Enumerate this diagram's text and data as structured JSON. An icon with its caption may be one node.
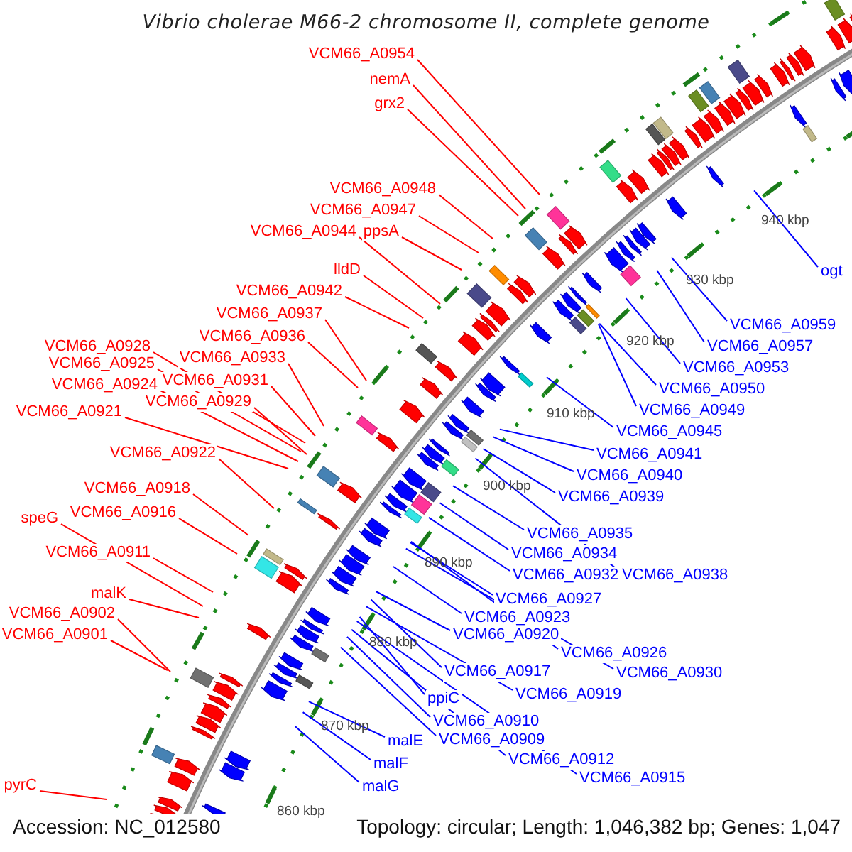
{
  "diagram": {
    "title": "Vibrio cholerae M66-2 chromosome II, complete genome",
    "nodes": [
      {
        "text": [
          "VCM66_A0954"
        ]
      },
      {
        "text": [
          "nemA"
        ]
      },
      {
        "text": [
          "grx2"
        ]
      },
      {
        "text": [
          "VCM66_A0948"
        ]
      },
      {
        "text": [
          "VCM66_A0947"
        ]
      },
      {
        "text": [
          "VCM66_A0944"
        ]
      },
      {
        "text": [
          "ppsA"
        ]
      },
      {
        "text": [
          "lldD"
        ]
      },
      {
        "text": [
          "VCM66_A0942"
        ]
      },
      {
        "text": [
          "VCM66_A0937"
        ]
      },
      {
        "text": [
          "VCM66_A0936"
        ]
      },
      {
        "text": [
          "VCM66_A0933"
        ]
      },
      {
        "text": [
          "VCM66_A0928"
        ]
      },
      {
        "text": [
          "VCM66_A0925"
        ]
      },
      {
        "text": [
          "VCM66_A0931"
        ]
      },
      {
        "text": [
          "VCM66_A0924"
        ]
      },
      {
        "text": [
          "VCM66_A0929"
        ]
      },
      {
        "text": [
          "VCM66_A0921"
        ]
      },
      {
        "text": [
          "VCM66_A0922"
        ]
      },
      {
        "text": [
          "VCM66_A0918"
        ]
      },
      {
        "text": [
          "VCM66_A0916"
        ]
      },
      {
        "text": [
          "speG"
        ]
      },
      {
        "text": [
          "VCM66_A0911"
        ]
      },
      {
        "text": [
          "malK"
        ]
      },
      {
        "text": [
          "VCM66_A0902"
        ]
      },
      {
        "text": [
          "VCM66_A0901"
        ]
      },
      {
        "text": [
          "pyrC"
        ]
      },
      {
        "text": [
          "ogt"
        ]
      },
      {
        "text": [
          "VCM66_A0959"
        ]
      },
      {
        "text": [
          "VCM66_A0957"
        ]
      },
      {
        "text": [
          "VCM66_A0953"
        ]
      },
      {
        "text": [
          "VCM66_A0950"
        ]
      },
      {
        "text": [
          "VCM66_A0949"
        ]
      },
      {
        "text": [
          "VCM66_A0945"
        ]
      },
      {
        "text": [
          "VCM66_A0941"
        ]
      },
      {
        "text": [
          "VCM66_A0940"
        ]
      },
      {
        "text": [
          "VCM66_A0939"
        ]
      },
      {
        "text": [
          "VCM66_A0935"
        ]
      },
      {
        "text": [
          "VCM66_A0934"
        ]
      },
      {
        "text": [
          "VCM66_A0932"
        ]
      },
      {
        "text": [
          "VCM66_A0938"
        ]
      },
      {
        "text": [
          "VCM66_A0927"
        ]
      },
      {
        "text": [
          "VCM66_A0923"
        ]
      },
      {
        "text": [
          "VCM66_A0920"
        ]
      },
      {
        "text": [
          "VCM66_A0926"
        ]
      },
      {
        "text": [
          "VCM66_A0930"
        ]
      },
      {
        "text": [
          "VCM66_A0917"
        ]
      },
      {
        "text": [
          "VCM66_A0919"
        ]
      },
      {
        "text": [
          "ppiC"
        ]
      },
      {
        "text": [
          "VCM66_A0910"
        ]
      },
      {
        "text": [
          "VCM66_A0909"
        ]
      },
      {
        "text": [
          "VCM66_A0912"
        ]
      },
      {
        "text": [
          "VCM66_A0915"
        ]
      },
      {
        "text": [
          "malE"
        ]
      },
      {
        "text": [
          "malF"
        ]
      },
      {
        "text": [
          "malG"
        ]
      }
    ],
    "edges": [
      {
        "from": 0,
        "to": null,
        "arrow": "none",
        "color": "#ff0000"
      },
      {
        "from": 1,
        "to": null,
        "arrow": "none",
        "color": "#ff0000"
      },
      {
        "from": 2,
        "to": null,
        "arrow": "none",
        "color": "#ff0000"
      },
      {
        "from": 3,
        "to": null,
        "arrow": "none",
        "color": "#ff0000"
      },
      {
        "from": 4,
        "to": null,
        "arrow": "none",
        "color": "#ff0000"
      },
      {
        "from": 5,
        "to": null,
        "arrow": "none",
        "color": "#ff0000"
      },
      {
        "from": 6,
        "to": null,
        "arrow": "none",
        "color": "#ff0000"
      },
      {
        "from": 7,
        "to": null,
        "arrow": "none",
        "color": "#ff0000"
      },
      {
        "from": 8,
        "to": null,
        "arrow": "none",
        "color": "#ff0000"
      },
      {
        "from": 9,
        "to": null,
        "arrow": "none",
        "color": "#ff0000"
      },
      {
        "from": 10,
        "to": null,
        "arrow": "none",
        "color": "#ff0000"
      },
      {
        "from": 11,
        "to": null,
        "arrow": "none",
        "color": "#ff0000"
      },
      {
        "from": 12,
        "to": null,
        "arrow": "none",
        "color": "#ff0000"
      },
      {
        "from": 13,
        "to": null,
        "arrow": "none",
        "color": "#ff0000"
      },
      {
        "from": 14,
        "to": null,
        "arrow": "none",
        "color": "#ff0000"
      },
      {
        "from": 15,
        "to": null,
        "arrow": "none",
        "color": "#ff0000"
      },
      {
        "from": 16,
        "to": null,
        "arrow": "none",
        "color": "#ff0000"
      },
      {
        "from": 17,
        "to": null,
        "arrow": "none",
        "color": "#ff0000"
      },
      {
        "from": 18,
        "to": null,
        "arrow": "none",
        "color": "#ff0000"
      },
      {
        "from": 19,
        "to": null,
        "arrow": "none",
        "color": "#ff0000"
      },
      {
        "from": 20,
        "to": null,
        "arrow": "none",
        "color": "#ff0000"
      },
      {
        "from": 21,
        "to": null,
        "arrow": "none",
        "color": "#ff0000"
      },
      {
        "from": 22,
        "to": null,
        "arrow": "none",
        "color": "#ff0000"
      },
      {
        "from": 23,
        "to": null,
        "arrow": "none",
        "color": "#ff0000"
      },
      {
        "from": 24,
        "to": null,
        "arrow": "none",
        "color": "#ff0000"
      },
      {
        "from": 25,
        "to": null,
        "arrow": "none",
        "color": "#ff0000"
      },
      {
        "from": 26,
        "to": null,
        "arrow": "none",
        "color": "#ff0000"
      },
      {
        "from": 27,
        "to": null,
        "arrow": "none"
      },
      {
        "from": 28,
        "to": null,
        "arrow": "none"
      },
      {
        "from": 29,
        "to": null,
        "arrow": "none"
      },
      {
        "from": 30,
        "to": null,
        "arrow": "none"
      },
      {
        "from": 31,
        "to": null,
        "arrow": "none"
      },
      {
        "from": 32,
        "to": null,
        "arrow": "none"
      },
      {
        "from": 33,
        "to": null,
        "arrow": "none"
      },
      {
        "from": 34,
        "to": null,
        "arrow": "none"
      },
      {
        "from": 35,
        "to": null,
        "arrow": "none"
      },
      {
        "from": 36,
        "to": null,
        "arrow": "none"
      },
      {
        "from": 37,
        "to": null,
        "arrow": "none"
      },
      {
        "from": 38,
        "to": null,
        "arrow": "none"
      },
      {
        "from": 39,
        "to": null,
        "arrow": "none"
      },
      {
        "from": 40,
        "to": null,
        "arrow": "none"
      },
      {
        "from": 41,
        "to": null,
        "arrow": "none"
      },
      {
        "from": 42,
        "to": null,
        "arrow": "none"
      },
      {
        "from": 43,
        "to": null,
        "arrow": "none"
      },
      {
        "from": 44,
        "to": null,
        "arrow": "none"
      },
      {
        "from": 45,
        "to": null,
        "arrow": "none"
      },
      {
        "from": 46,
        "to": null,
        "arrow": "none"
      },
      {
        "from": 47,
        "to": null,
        "arrow": "none"
      },
      {
        "from": 48,
        "to": null,
        "arrow": "none"
      },
      {
        "from": 49,
        "to": null,
        "arrow": "none"
      },
      {
        "from": 50,
        "to": null,
        "arrow": "none"
      },
      {
        "from": 51,
        "to": null,
        "arrow": "none"
      },
      {
        "from": 52,
        "to": null,
        "arrow": "none"
      },
      {
        "from": 53,
        "to": null,
        "arrow": "none"
      },
      {
        "from": 54,
        "to": null,
        "arrow": "none"
      },
      {
        "from": 55,
        "to": null,
        "arrow": "none"
      }
    ],
    "labels": [
      "940 kbp",
      "930 kbp",
      "920 kbp",
      "910 kbp",
      "900 kbp",
      "890 kbp",
      "880 kbp",
      "870 kbp",
      "860 kbp",
      "Accession: NC_012580",
      "Topology: circular; Length: 1,046,382 bp; Genes: 1,047"
    ]
  }
}
